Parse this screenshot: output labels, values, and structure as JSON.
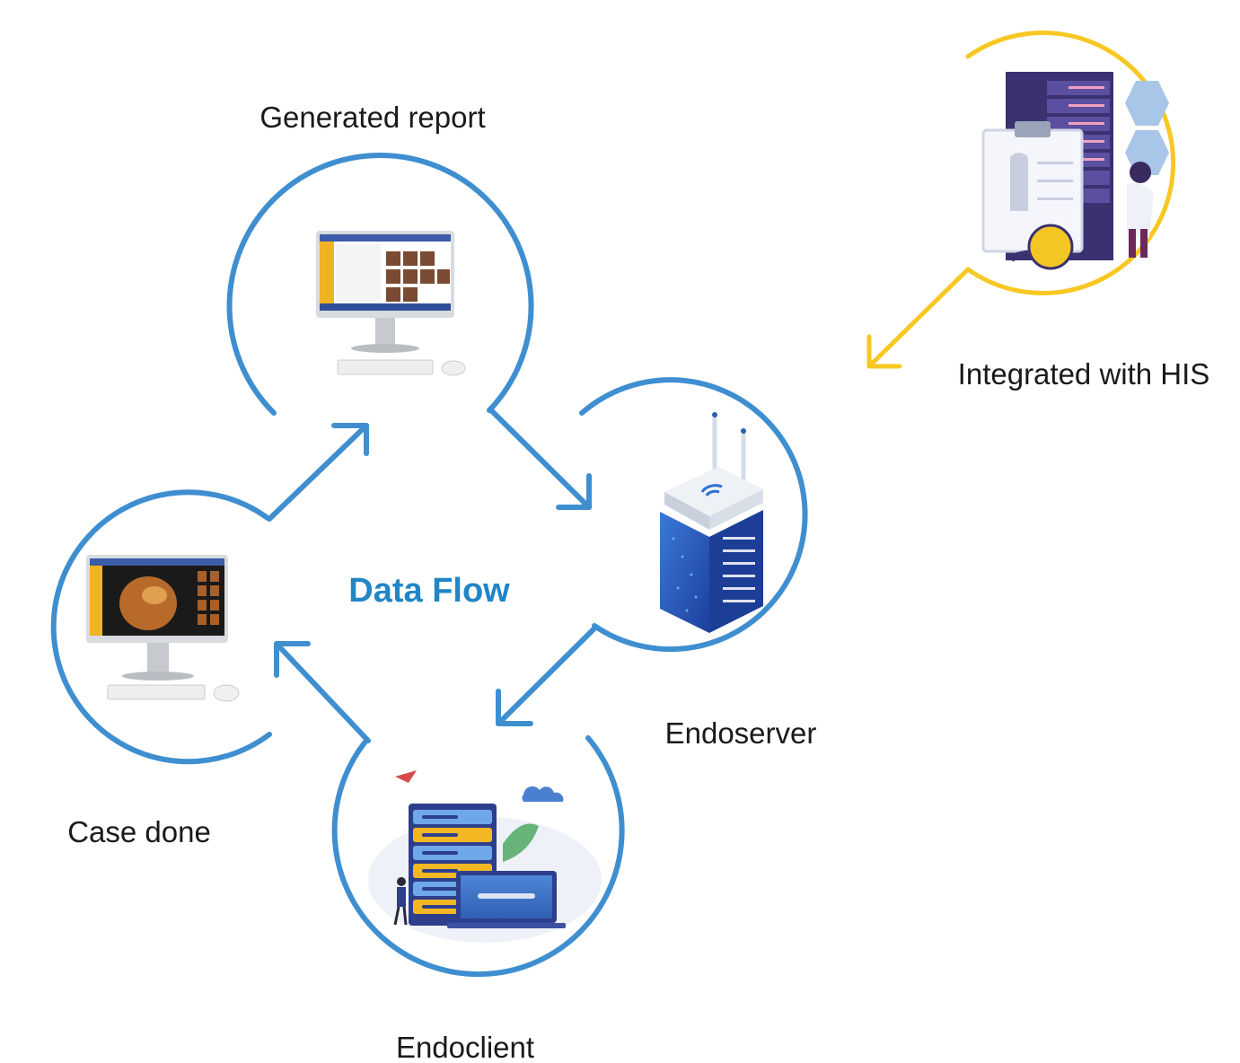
{
  "diagram": {
    "center_title": "Data Flow",
    "nodes": {
      "generated_report": "Generated report",
      "endoserver": "Endoserver",
      "endoclient": "Endoclient",
      "case_done": "Case done",
      "his": "Integrated with HIS"
    },
    "colors": {
      "flow_blue": "#3f8fd0",
      "his_yellow": "#f7c823",
      "title_blue": "#2185c6"
    }
  }
}
